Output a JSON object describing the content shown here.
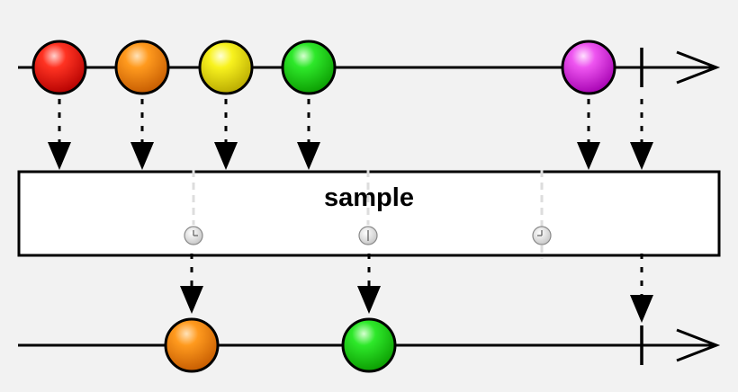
{
  "operator": {
    "label": "sample"
  },
  "colors": {
    "background": "#f2f2f2",
    "line": "#000000",
    "box_fill": "#ffffff",
    "sampler_line": "#dddddd"
  },
  "input_marbles": [
    {
      "color": "red"
    },
    {
      "color": "orange"
    },
    {
      "color": "yellow"
    },
    {
      "color": "green"
    },
    {
      "color": "magenta"
    }
  ],
  "sample_ticks": [
    {
      "icon": "clock-icon"
    },
    {
      "icon": "clock-icon"
    },
    {
      "icon": "clock-icon"
    }
  ],
  "output_marbles": [
    {
      "color": "orange"
    },
    {
      "color": "green"
    }
  ],
  "input_completes": true,
  "output_completes": true
}
